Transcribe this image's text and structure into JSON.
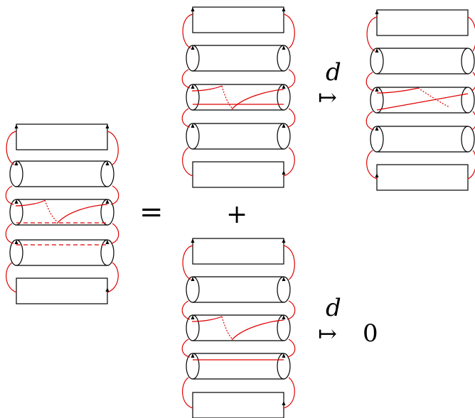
{
  "symbols": {
    "equals": "=",
    "plus": "+",
    "d_top": "d",
    "maps_top": "↦",
    "d_bottom": "d",
    "maps_bottom": "↦",
    "zero": "0"
  },
  "colors": {
    "ink": "#000000",
    "curve": "#e00000",
    "background": "#ffffff"
  },
  "stacks": [
    {
      "id": "lhs",
      "rows": [
        "rect",
        "cyl",
        "cyl-mixed",
        "cyl-dashed",
        "rect"
      ]
    },
    {
      "id": "term-top",
      "rows": [
        "rect",
        "cyl",
        "cyl-mixed-solid",
        "cyl",
        "rect"
      ]
    },
    {
      "id": "term-top-result",
      "rows": [
        "rect",
        "cyl",
        "cyl-crossed",
        "cyl",
        "rect"
      ]
    },
    {
      "id": "term-bottom",
      "rows": [
        "rect",
        "cyl",
        "cyl-mixed",
        "cyl-solid",
        "rect"
      ]
    }
  ]
}
